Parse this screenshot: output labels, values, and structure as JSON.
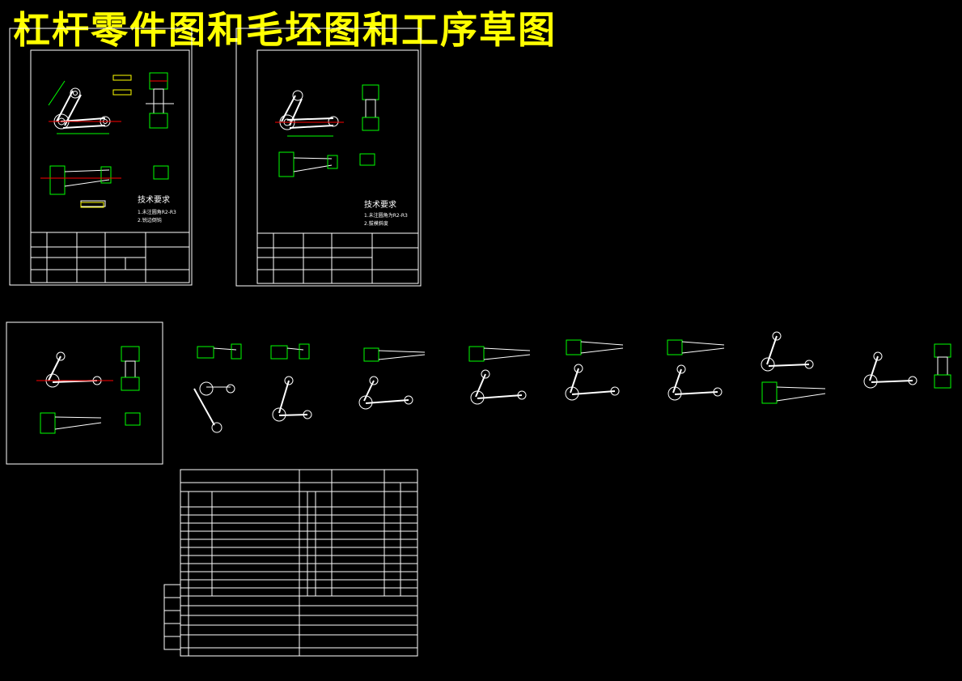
{
  "title": "杠杆零件图和毛坯图和工序草图",
  "sheet_part": {
    "tech_heading": "技术要求",
    "tech_items": [
      "1.未注圆角R2-R3",
      "2.锐边倒钝"
    ]
  },
  "sheet_blank": {
    "tech_heading": "技术要求",
    "tech_items": [
      "1.未注圆角为R2-R3",
      "2.拔模斜度"
    ]
  },
  "colors": {
    "line": "#ffffff",
    "dim": "#00ff00",
    "accent": "#ff0000",
    "hatch": "#00ffff",
    "title": "#ffff00",
    "bg": "#000000"
  }
}
